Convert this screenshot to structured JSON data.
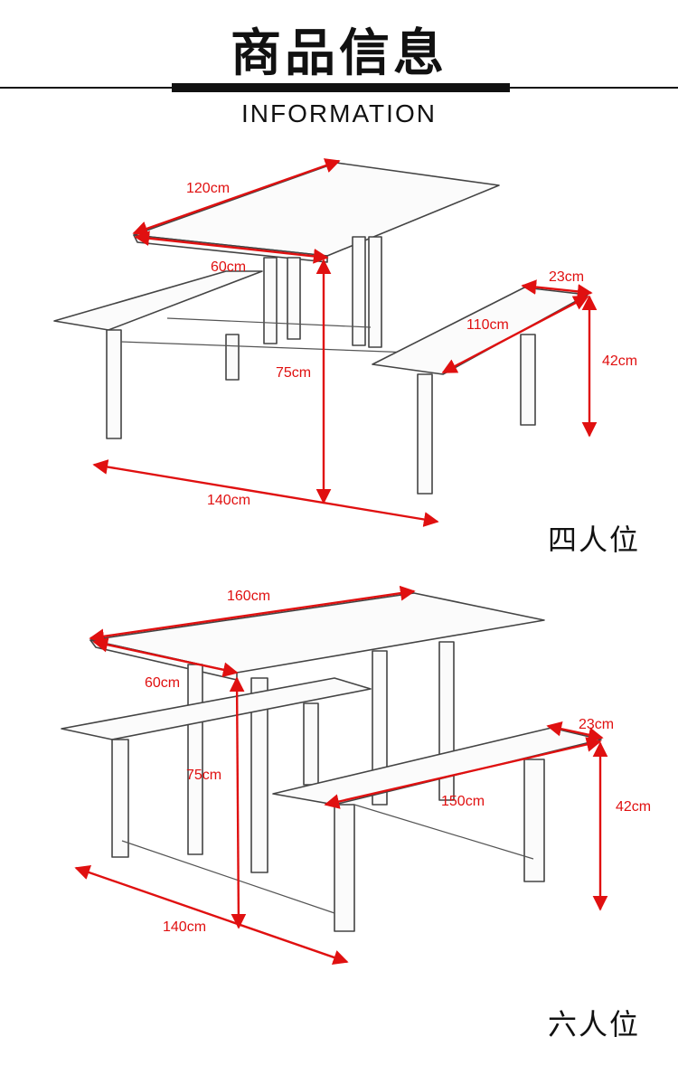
{
  "header": {
    "title": "商品信息",
    "subtitle": "INFORMATION"
  },
  "four_seat": {
    "caption": "四人位",
    "dims": {
      "table_length": "120cm",
      "table_width": "60cm",
      "table_height": "75cm",
      "overall_length": "140cm",
      "bench_width": "23cm",
      "bench_length": "110cm",
      "bench_height": "42cm"
    }
  },
  "six_seat": {
    "caption": "六人位",
    "dims": {
      "table_length": "160cm",
      "table_width": "60cm",
      "table_height": "75cm",
      "overall_length": "140cm",
      "bench_width": "23cm",
      "bench_length": "150cm",
      "bench_height": "42cm"
    }
  },
  "colors": {
    "dimension": "#e01010",
    "text": "#111111"
  }
}
